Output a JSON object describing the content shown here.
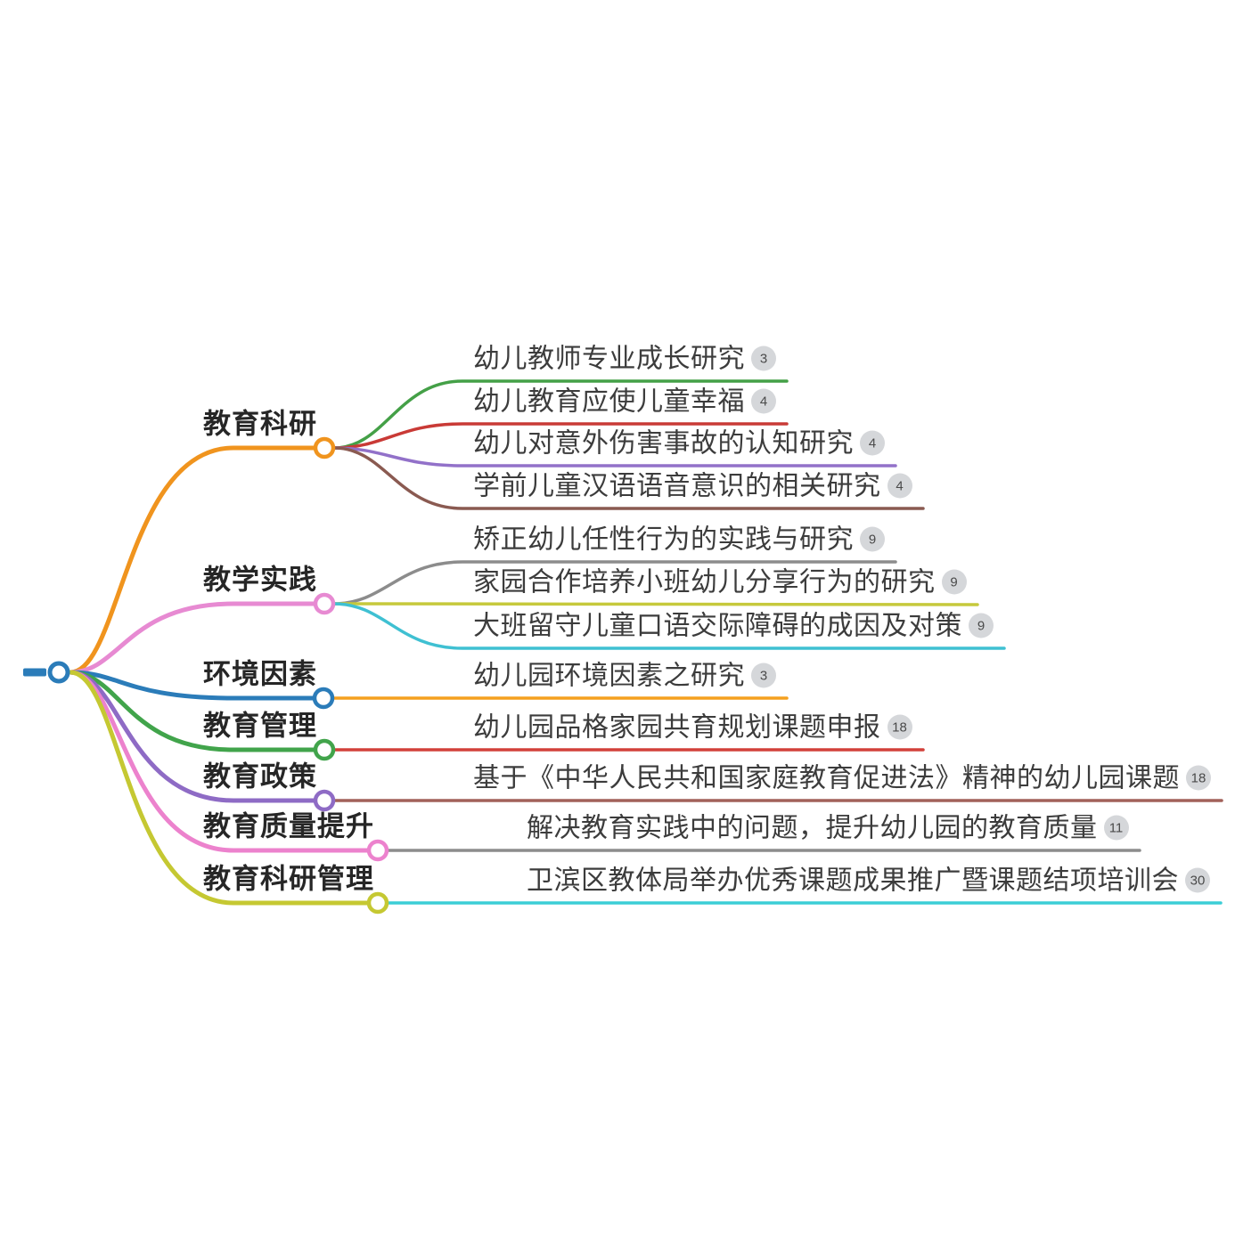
{
  "canvas": {
    "background": "#ffffff"
  },
  "root": {
    "color": "#2b7cb9"
  },
  "badge_style": {
    "bg": "#d5d7da",
    "color": "#4a4a4a"
  },
  "branches": [
    {
      "label": "教育科研",
      "color": "#f0941e",
      "leaves": [
        {
          "text": "幼儿教师专业成长研究",
          "count": "3",
          "color": "#44a047"
        },
        {
          "text": "幼儿教育应使儿童幸福",
          "count": "4",
          "color": "#c93a36"
        },
        {
          "text": "幼儿对意外伤害事故的认知研究",
          "count": "4",
          "color": "#9271c9"
        },
        {
          "text": "学前儿童汉语语音意识的相关研究",
          "count": "4",
          "color": "#8a5a51"
        }
      ]
    },
    {
      "label": "教学实践",
      "color": "#e78ad2",
      "leaves": [
        {
          "text": "矫正幼儿任性行为的实践与研究",
          "count": "9",
          "color": "#8c8c8c"
        },
        {
          "text": "家园合作培养小班幼儿分享行为的研究",
          "count": "9",
          "color": "#c6c93c"
        },
        {
          "text": "大班留守儿童口语交际障碍的成因及对策",
          "count": "9",
          "color": "#3fc0d2"
        }
      ]
    },
    {
      "label": "环境因素",
      "color": "#2b7cb9",
      "leaves": [
        {
          "text": "幼儿园环境因素之研究",
          "count": "3",
          "color": "#f5a01f"
        }
      ]
    },
    {
      "label": "教育管理",
      "color": "#41a44b",
      "leaves": [
        {
          "text": "幼儿园品格家园共育规划课题申报",
          "count": "18",
          "color": "#d2403a"
        }
      ]
    },
    {
      "label": "教育政策",
      "color": "#8e6bc5",
      "leaves": [
        {
          "text": "基于《中华人民共和国家庭教育促进法》精神的幼儿园课题",
          "count": "18",
          "color": "#a2615a"
        }
      ]
    },
    {
      "label": "教育质量提升",
      "color": "#ec82cd",
      "leaves": [
        {
          "text": "解决教育实践中的问题，提升幼儿园的教育质量",
          "count": "11",
          "color": "#8c8c8c"
        }
      ]
    },
    {
      "label": "教育科研管理",
      "color": "#c5c832",
      "leaves": [
        {
          "text": "卫滨区教体局举办优秀课题成果推广暨课题结项培训会",
          "count": "30",
          "color": "#3bced6"
        }
      ]
    }
  ]
}
